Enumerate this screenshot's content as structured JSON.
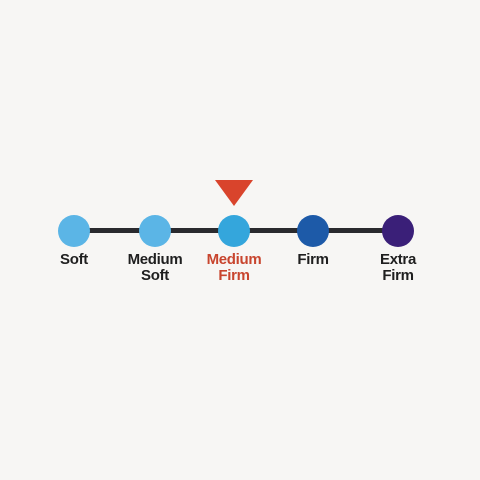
{
  "firmness_scale": {
    "selected_index": 2,
    "marker_color": "#d9442c",
    "label_color": "#1f1f1f",
    "selected_label_color": "#c8452e",
    "line_color": "#2a2a2e",
    "levels": [
      {
        "label": "Soft",
        "color": "#5bb5e6"
      },
      {
        "label": "Medium\nSoft",
        "color": "#5bb5e6"
      },
      {
        "label": "Medium\nFirm",
        "color": "#34a6dc"
      },
      {
        "label": "Firm",
        "color": "#1d5aa8"
      },
      {
        "label": "Extra\nFirm",
        "color": "#3a1f78"
      }
    ]
  }
}
